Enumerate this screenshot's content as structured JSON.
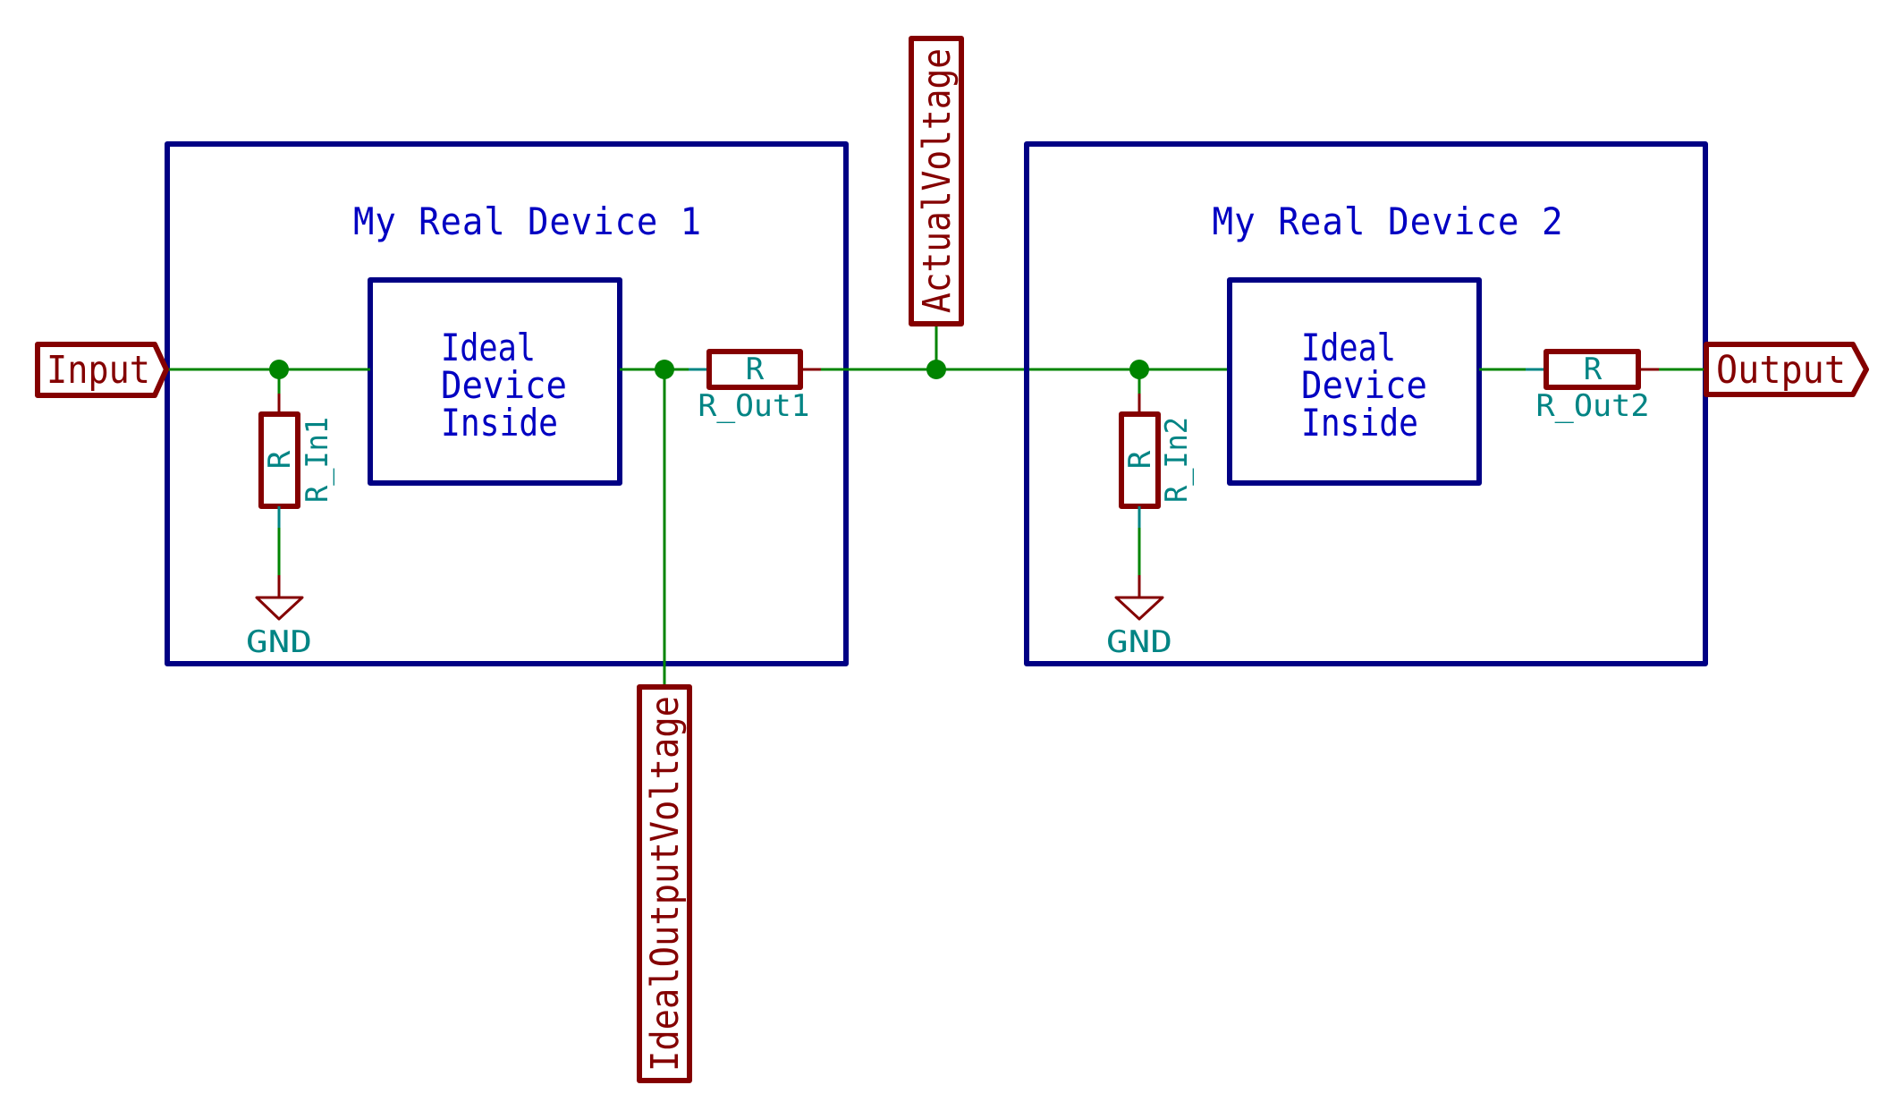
{
  "colors": {
    "box": "#000084",
    "text_blue": "#0000c2",
    "wire": "#008400",
    "symbol": "#840000",
    "field": "#008484"
  },
  "devices": [
    {
      "title": "My Real Device 1",
      "inner_lines": [
        "Ideal",
        "Device",
        "Inside"
      ],
      "input_resistor": {
        "value": "R",
        "reference": "R_In1"
      },
      "output_resistor": {
        "value": "R",
        "reference": "R_Out1"
      },
      "ground": "GND"
    },
    {
      "title": "My Real Device 2",
      "inner_lines": [
        "Ideal",
        "Device",
        "Inside"
      ],
      "input_resistor": {
        "value": "R",
        "reference": "R_In2"
      },
      "output_resistor": {
        "value": "R",
        "reference": "R_Out2"
      },
      "ground": "GND"
    }
  ],
  "net_labels": {
    "input": "Input",
    "output": "Output",
    "actual_voltage": "ActualVoltage",
    "ideal_output_voltage": "IdealOutputVoltage"
  }
}
